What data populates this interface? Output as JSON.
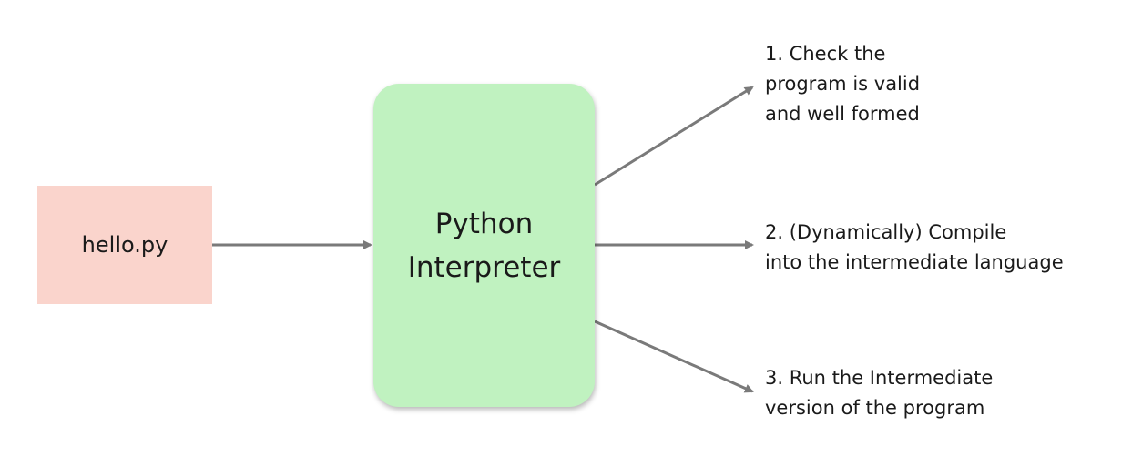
{
  "source": {
    "label": "hello.py"
  },
  "interpreter": {
    "line1": "Python",
    "line2": "Interpreter"
  },
  "steps": [
    {
      "lines": [
        "1. Check the",
        "program is valid",
        "and well formed"
      ]
    },
    {
      "lines": [
        "2. (Dynamically) Compile",
        "into the intermediate language"
      ]
    },
    {
      "lines": [
        "3. Run the Intermediate",
        "version of the program"
      ]
    }
  ],
  "colors": {
    "source_fill": "#fad4cc",
    "interpreter_fill": "#c0f2c0",
    "arrow": "#7a7a7a"
  }
}
